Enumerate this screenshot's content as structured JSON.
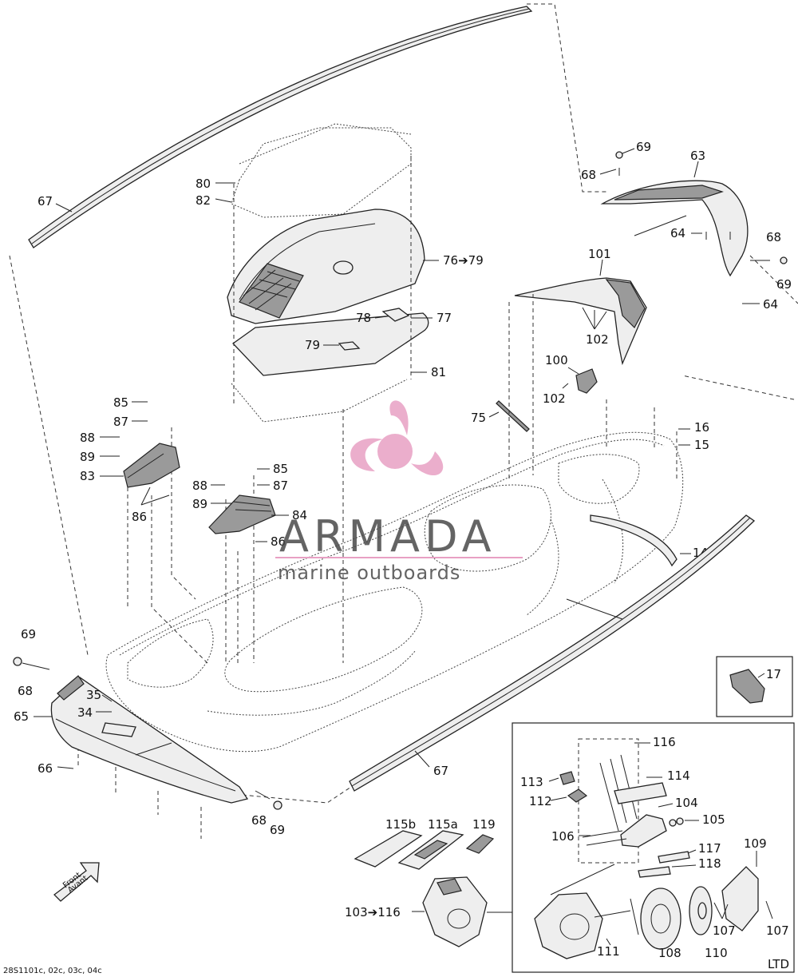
{
  "diagram": {
    "labels": {
      "l67a": "67",
      "l80": "80",
      "l82": "82",
      "l76": "76➔79",
      "l78": "78",
      "l77": "77",
      "l79": "79",
      "l81": "81",
      "l69a": "69",
      "l68a": "68",
      "l63": "63",
      "l64a": "64",
      "l68b": "68",
      "l69b": "69",
      "l64b": "64",
      "l101": "101",
      "l102a": "102",
      "l100": "100",
      "l102b": "102",
      "l75": "75",
      "l16": "16",
      "l15": "15",
      "l85a": "85",
      "l87a": "87",
      "l88a": "88",
      "l89a": "89",
      "l83": "83",
      "l86a": "86",
      "l85b": "85",
      "l87b": "87",
      "l88b": "88",
      "l89b": "89",
      "l84": "84",
      "l86b": "86",
      "l14": "14",
      "l69c": "69",
      "l68c": "68",
      "l35": "35",
      "l34": "34",
      "l65": "65",
      "l66": "66",
      "l67b": "67",
      "l68d": "68",
      "l69d": "69",
      "l17": "17",
      "l115b": "115b",
      "l115a": "115a",
      "l119": "119",
      "l103": "103➔116",
      "l116": "116",
      "l113": "113",
      "l114": "114",
      "l112": "112",
      "l104": "104",
      "l105": "105",
      "l106": "106",
      "l117": "117",
      "l118": "118",
      "l109": "109",
      "l111": "111",
      "l108": "108",
      "l110": "110",
      "l107a": "107",
      "l107b": "107",
      "ltd": "LTD"
    },
    "front_arrow": {
      "line1": "Front",
      "line2": "Avant"
    },
    "figure_code": "28S1101c, 02c, 03c, 04c",
    "watermark": {
      "brand": "ARMADA",
      "tagline": "marine outboards"
    }
  },
  "colors": {
    "watermark_pink": "#e8a0c4",
    "ink": "#222222",
    "part_fill": "#eeeeee",
    "part_dark": "#9a9a9a"
  }
}
